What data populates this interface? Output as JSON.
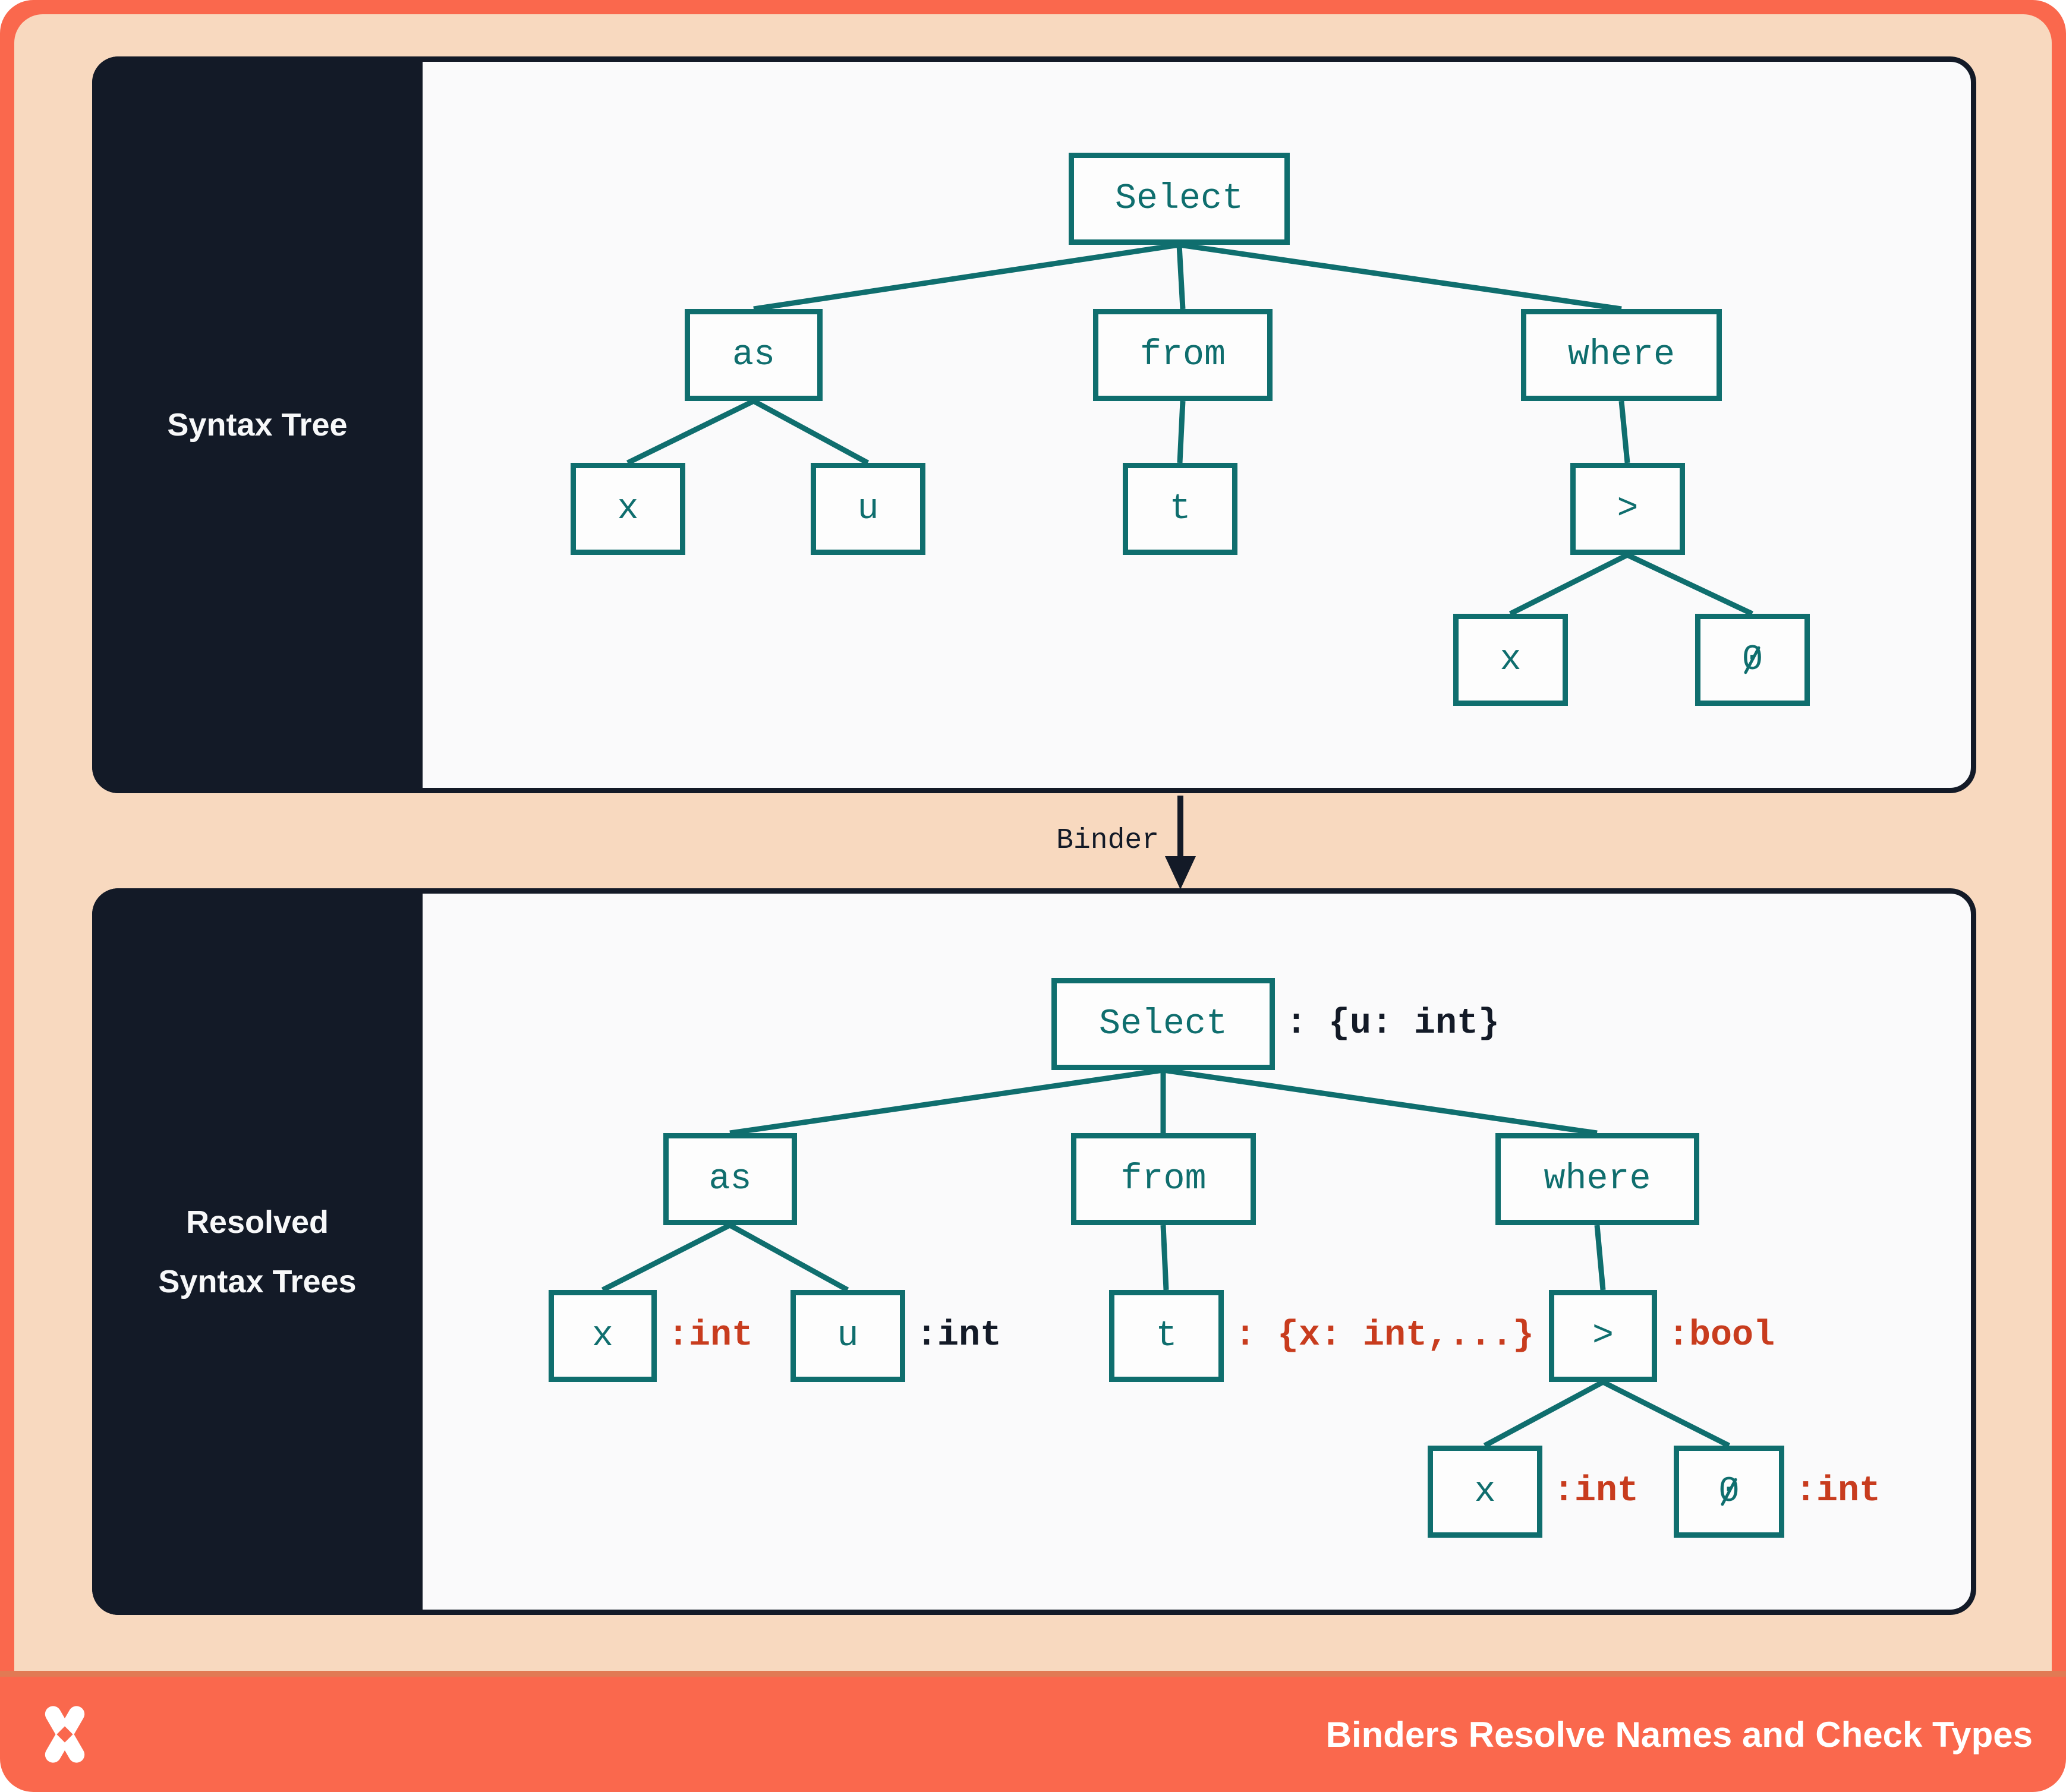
{
  "colors": {
    "frame_orange": "#FA684D",
    "peach": "#F8D9BF",
    "panel_background": "#FAFAFB",
    "navy": "#131A27",
    "teal": "#0F6E6E",
    "annotation_red": "#C83C1E",
    "white": "#FFFFFF"
  },
  "top_panel": {
    "sidebar_label": "Syntax Tree",
    "nodes": {
      "select": "Select",
      "as": "as",
      "from": "from",
      "where": "where",
      "x1": "x",
      "u": "u",
      "t": "t",
      "gt": ">",
      "x2": "x",
      "zero": "0"
    },
    "edges": [
      [
        "select",
        "as"
      ],
      [
        "select",
        "from"
      ],
      [
        "select",
        "where"
      ],
      [
        "as",
        "x1"
      ],
      [
        "as",
        "u"
      ],
      [
        "from",
        "t"
      ],
      [
        "where",
        "gt"
      ],
      [
        "gt",
        "x2"
      ],
      [
        "gt",
        "zero"
      ]
    ]
  },
  "binder": {
    "label": "Binder"
  },
  "bottom_panel": {
    "sidebar_label_line1": "Resolved",
    "sidebar_label_line2": "Syntax Trees",
    "nodes": {
      "select": "Select",
      "as": "as",
      "from": "from",
      "where": "where",
      "x1": "x",
      "u": "u",
      "t": "t",
      "gt": ">",
      "x2": "x",
      "zero": "0"
    },
    "annotations": {
      "select": ": {u: int}",
      "x1": ":int",
      "u": ":int",
      "t": ": {x: int,...}",
      "gt": ":bool",
      "x2": ":int",
      "zero": ":int"
    },
    "annotation_colors": {
      "select": "navy",
      "x1": "red",
      "u": "navy",
      "t": "red",
      "gt": "red",
      "x2": "red",
      "zero": "red"
    },
    "edges": [
      [
        "select",
        "as"
      ],
      [
        "select",
        "from"
      ],
      [
        "select",
        "where"
      ],
      [
        "as",
        "x1"
      ],
      [
        "as",
        "u"
      ],
      [
        "from",
        "t"
      ],
      [
        "where",
        "gt"
      ],
      [
        "gt",
        "x2"
      ],
      [
        "gt",
        "zero"
      ]
    ]
  },
  "footer": {
    "title": "Binders Resolve Names and Check Types",
    "logo": "x-mark-logo"
  }
}
